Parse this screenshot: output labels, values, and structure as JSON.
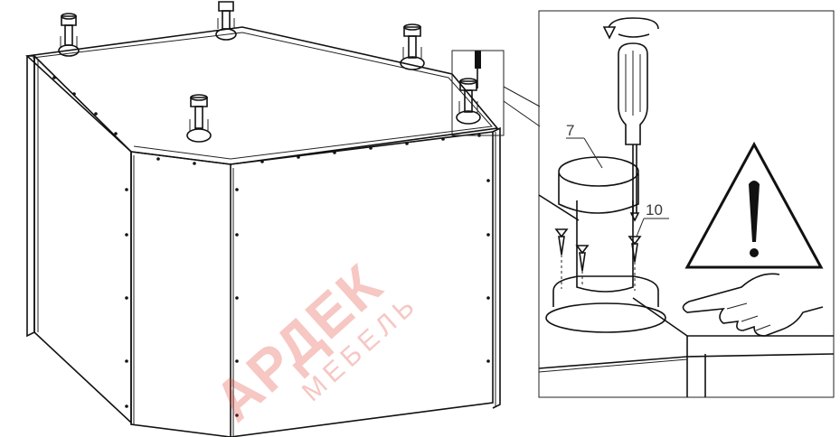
{
  "callouts": {
    "part_7": "7",
    "part_10": "10"
  },
  "watermark": {
    "brand": "АРДЕК",
    "subtitle": "МЕБЕЛЬ",
    "color": "#e23a2a"
  },
  "icons": {
    "warning": "warning-triangle-exclamation",
    "rotate": "clockwise-rotation-arrow",
    "tool": "phillips-screwdriver",
    "hand": "pointing-hand"
  }
}
